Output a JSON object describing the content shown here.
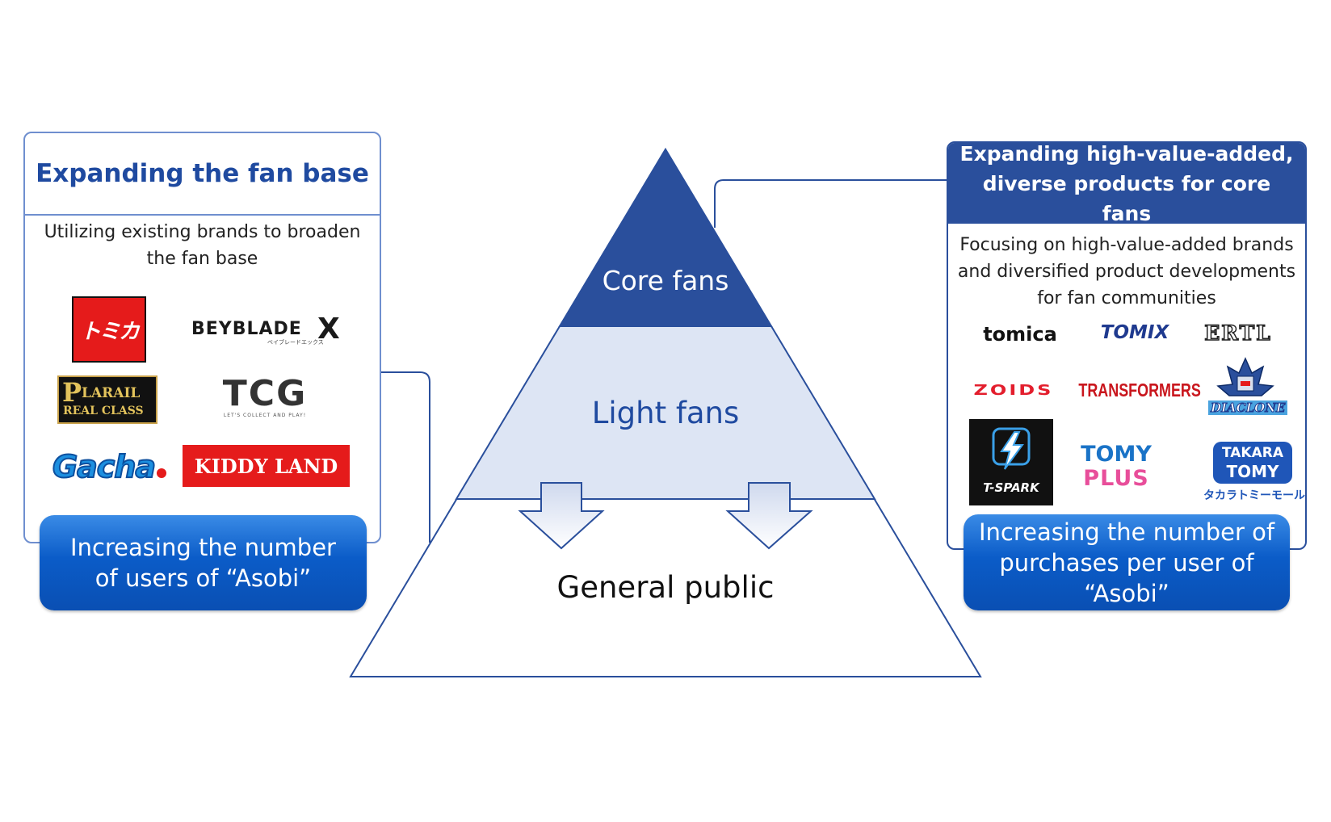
{
  "left_panel": {
    "title": "Expanding the fan base",
    "description": "Utilizing existing brands to broaden the fan base",
    "brands": {
      "tomica_jp": "トミカ",
      "beyblade": "BEYBLADE",
      "beyblade_x": "X",
      "beyblade_sub": "ベイブレードエックス",
      "plarail_p": "P",
      "plarail": "LARAIL",
      "plarail_class": "REAL CLASS",
      "tcg": "TCG",
      "tcg_sub": "LET'S COLLECT AND PLAY!",
      "gacha": "Gacha",
      "kiddy_land": "KIDDY LAND"
    },
    "result": "Increasing the number of users of “Asobi”"
  },
  "pyramid": {
    "top": "Core fans",
    "middle": "Light fans",
    "bottom": "General public"
  },
  "right_panel": {
    "title": "Expanding high-value-added, diverse products for core fans",
    "description": "Focusing on high-value-added brands and diversified product developments for fan communities",
    "brands": {
      "tomica": "tomica",
      "tomix": "TOMIX",
      "ertl": "ERTL",
      "zoids": "ZOIDS",
      "transformers": "TRANSFORMERS",
      "diaclone": "DIACLONE",
      "t_spark": "T-SPARK",
      "tomy_plus_1": "TOMY",
      "tomy_plus_2": "PLUS",
      "takara": "TAKARA",
      "tomy": "TOMY",
      "takaratomy_mall": "タカラトミーモール"
    },
    "result": "Increasing the number of purchases per user of “Asobi”"
  },
  "colors": {
    "dark_blue": "#2a4f9c",
    "light_blue": "#dde5f4",
    "accent_blue": "#0b5cc8",
    "border_blue": "#6f8fcf"
  }
}
